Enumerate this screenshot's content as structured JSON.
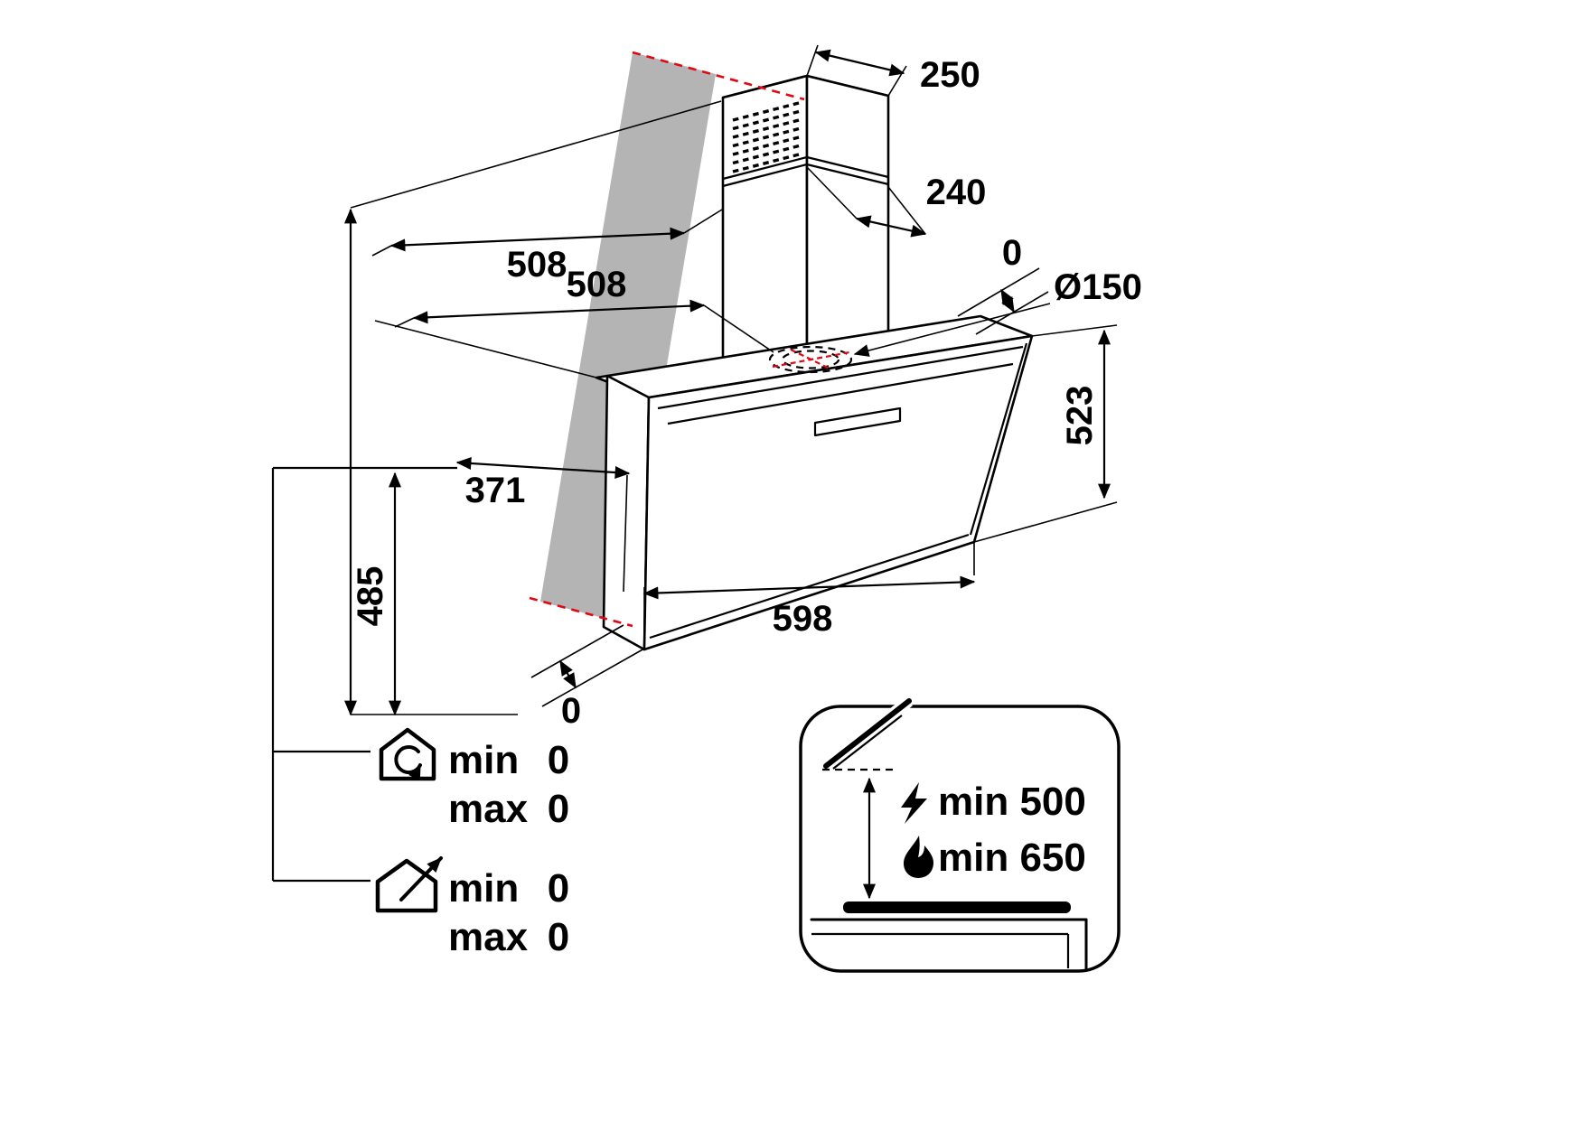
{
  "diagram": {
    "dims": {
      "d250": "250",
      "d240": "240",
      "d508a": "508",
      "d508b": "508",
      "d0top": "0",
      "duct": "Ø150",
      "d523": "523",
      "d371": "371",
      "d485": "485",
      "d598": "598",
      "d0bottom": "0"
    },
    "recirculation": {
      "min_label": "min",
      "min_value": "0",
      "max_label": "max",
      "max_value": "0"
    },
    "ducting": {
      "min_label": "min",
      "min_value": "0",
      "max_label": "max",
      "max_value": "0"
    },
    "clearance": {
      "electric": "min 500",
      "gas": "min 650"
    }
  },
  "colors": {
    "ink": "#000000",
    "red": "#e30613",
    "wall_gray": "#b4b4b4"
  }
}
